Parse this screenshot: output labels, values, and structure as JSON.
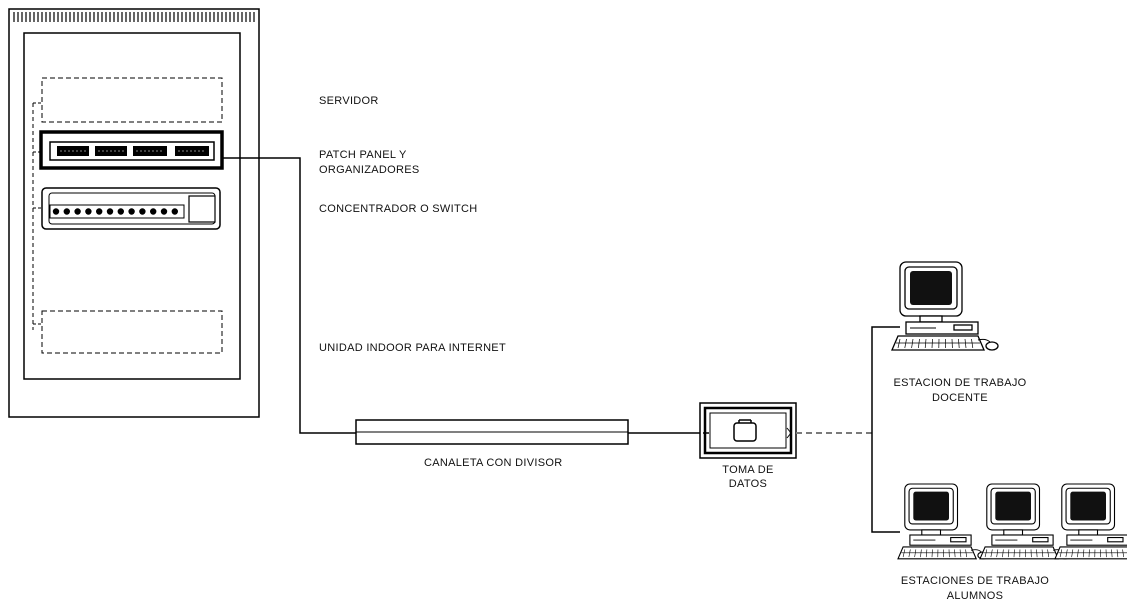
{
  "labels": {
    "servidor": "SERVIDOR",
    "patch_panel_line1": "PATCH PANEL Y",
    "patch_panel_line2": "ORGANIZADORES",
    "switch": "CONCENTRADOR O SWITCH",
    "indoor_unit": "UNIDAD INDOOR PARA INTERNET",
    "canaleta": "CANALETA CON DIVISOR",
    "toma_line1": "TOMA DE",
    "toma_line2": "DATOS",
    "docente_line1": "ESTACION DE TRABAJO",
    "docente_line2": "DOCENTE",
    "alumnos_line1": "ESTACIONES DE TRABAJO",
    "alumnos_line2": "ALUMNOS"
  },
  "icons": {
    "rack": "network-rack-icon",
    "computer": "desktop-computer-icon",
    "data_outlet": "data-outlet-icon"
  },
  "colors": {
    "line": "#000000",
    "dashed_link": "#7a7a7a",
    "screen": "#111111",
    "panel_fill": "#ffffff"
  }
}
